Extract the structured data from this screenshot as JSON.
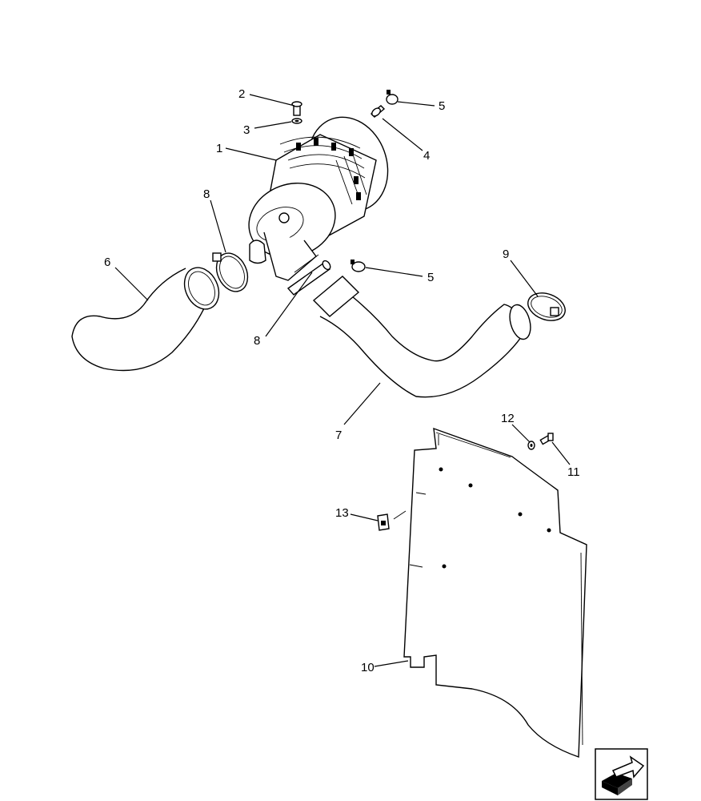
{
  "callouts": [
    {
      "id": "c1",
      "label": "1"
    },
    {
      "id": "c2",
      "label": "2"
    },
    {
      "id": "c3",
      "label": "3"
    },
    {
      "id": "c4",
      "label": "4"
    },
    {
      "id": "c5a",
      "label": "5"
    },
    {
      "id": "c5b",
      "label": "5"
    },
    {
      "id": "c6",
      "label": "6"
    },
    {
      "id": "c7",
      "label": "7"
    },
    {
      "id": "c8a",
      "label": "8"
    },
    {
      "id": "c8b",
      "label": "8"
    },
    {
      "id": "c9",
      "label": "9"
    },
    {
      "id": "c10",
      "label": "10"
    },
    {
      "id": "c11",
      "label": "11"
    },
    {
      "id": "c12",
      "label": "12"
    },
    {
      "id": "c13",
      "label": "13"
    }
  ],
  "navigation": {
    "next_icon": "forward-arrow-icon"
  }
}
